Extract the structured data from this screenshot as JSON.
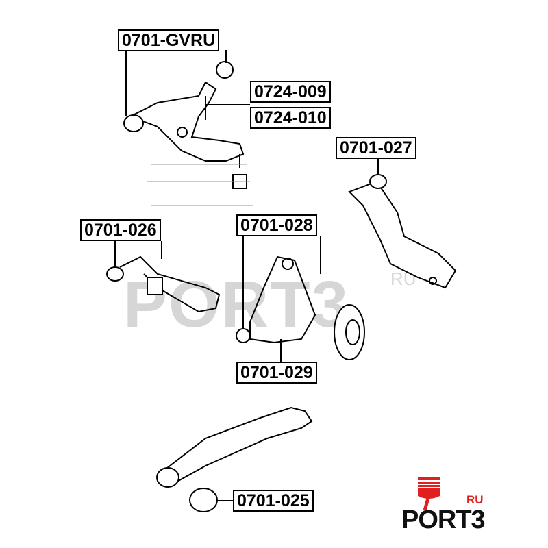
{
  "labels": {
    "gvru": "0701-GVRU",
    "p009": "0724-009",
    "p010": "0724-010",
    "p027": "0701-027",
    "p026": "0701-026",
    "p028": "0701-028",
    "p029": "0701-029",
    "p025": "0701-025"
  },
  "watermark": {
    "text": "PORT3",
    "suffix": "RU"
  },
  "logo": {
    "text": "PORT3",
    "suffix": "RU",
    "accent": "#e21f1f"
  }
}
